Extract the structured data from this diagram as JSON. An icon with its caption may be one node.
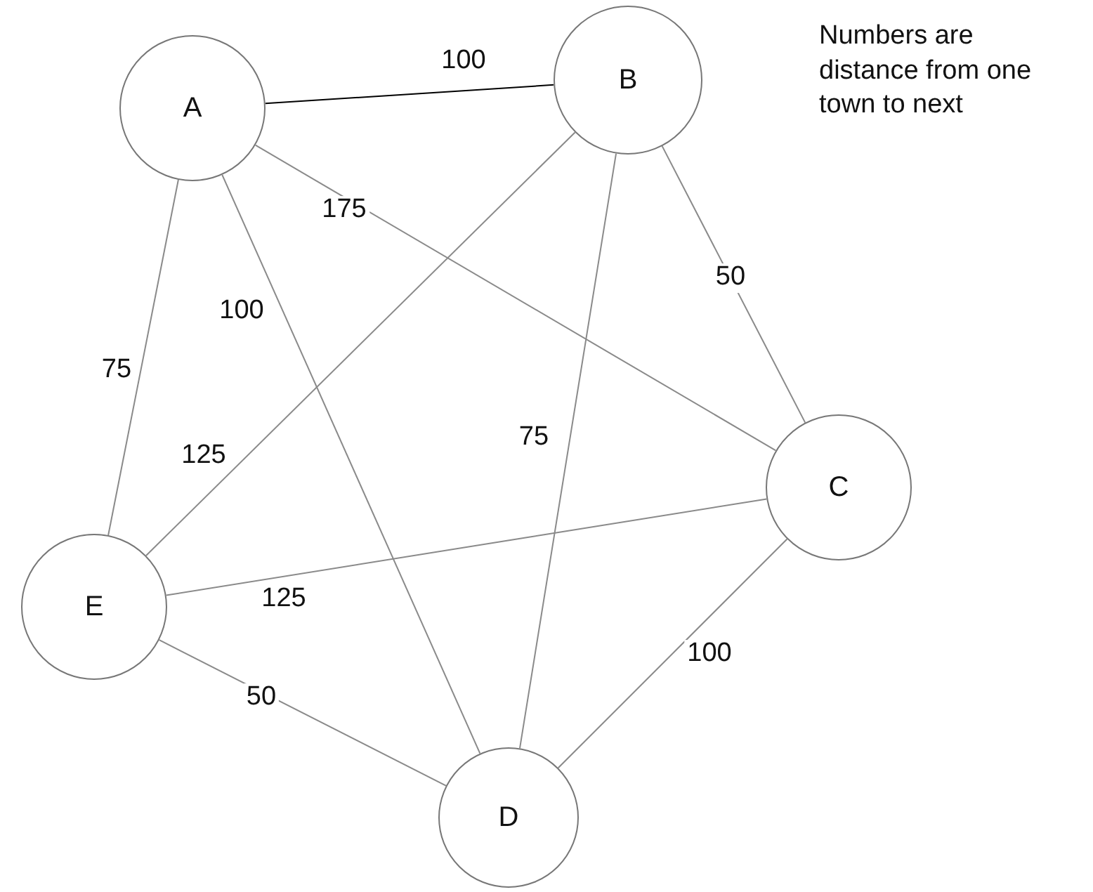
{
  "diagram": {
    "nodes": [
      {
        "text": [
          "A"
        ]
      },
      {
        "text": [
          "B"
        ]
      },
      {
        "text": [
          "C"
        ]
      },
      {
        "text": [
          "D"
        ]
      },
      {
        "text": [
          "E"
        ]
      }
    ],
    "edges": [
      {
        "from": 0,
        "to": 1,
        "arrow": "none",
        "label": "100",
        "color": "#000000"
      },
      {
        "from": 0,
        "to": 2,
        "arrow": "none",
        "label": "175"
      },
      {
        "from": 0,
        "to": 3,
        "arrow": "none",
        "label": "100"
      },
      {
        "from": 0,
        "to": 4,
        "arrow": "none",
        "label": "75"
      },
      {
        "from": 1,
        "to": 4,
        "arrow": "none",
        "label": "125"
      },
      {
        "from": 1,
        "to": 3,
        "arrow": "none",
        "label": "75"
      },
      {
        "from": 1,
        "to": 2,
        "arrow": "none",
        "label": "50"
      },
      {
        "from": 4,
        "to": 2,
        "arrow": "none",
        "label": "125"
      },
      {
        "from": 4,
        "to": 3,
        "arrow": "none",
        "label": "50"
      },
      {
        "from": 2,
        "to": 3,
        "arrow": "none",
        "label": "100"
      }
    ],
    "labels": [
      "Numbers are distance from one town to next"
    ]
  }
}
